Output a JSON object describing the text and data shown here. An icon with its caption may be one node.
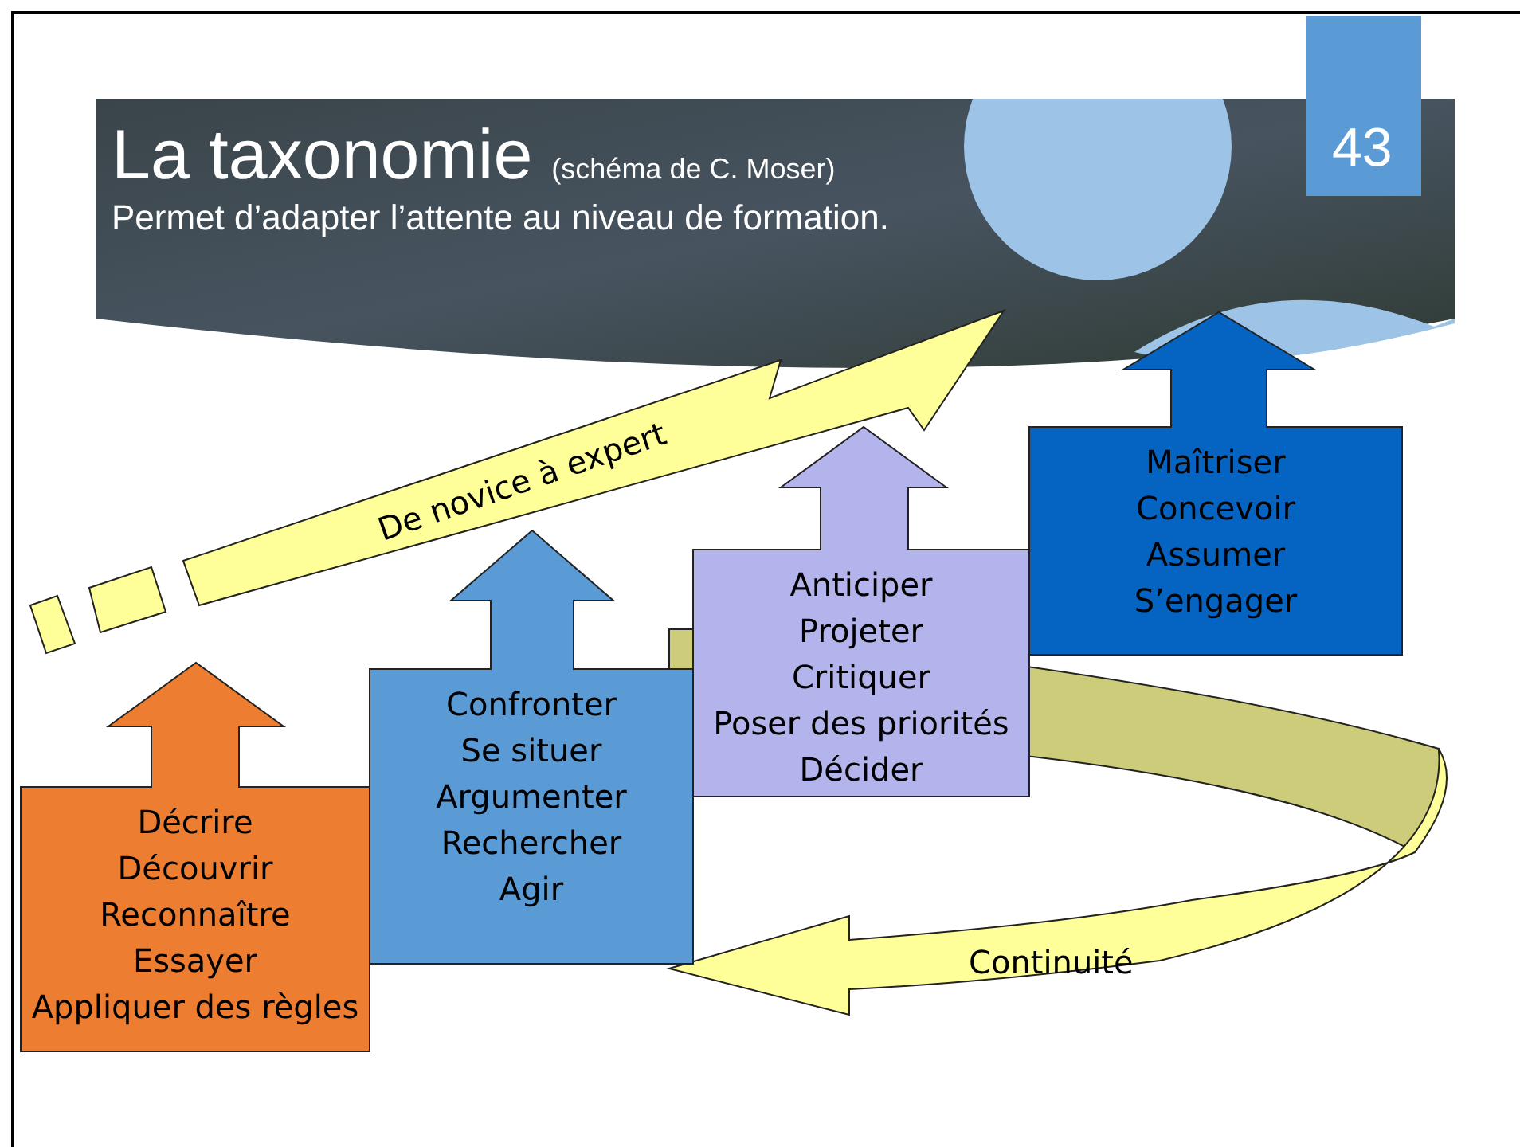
{
  "diagram": {
    "title": "La taxonomie",
    "nodes": [
      {
        "text": [
          "Décrire",
          "Découvrir",
          "Reconnaître",
          "Essayer",
          "Appliquer des règles"
        ]
      },
      {
        "text": [
          "Confronter",
          "Se situer",
          "Argumenter",
          "Rechercher",
          "Agir"
        ]
      },
      {
        "text": [
          "Anticiper",
          "Projeter",
          "Critiquer",
          "Poser des priorités",
          "Décider"
        ]
      },
      {
        "text": [
          "Maîtriser",
          "Concevoir",
          "Assumer",
          "S’engager"
        ]
      },
      {
        "text": [
          "De novice à expert"
        ]
      },
      {
        "text": [
          "Continuité"
        ]
      }
    ],
    "labels": [
      "(schéma de C. Moser)",
      "Permet d’adapter l’attente au niveau de formation.",
      "43"
    ]
  }
}
